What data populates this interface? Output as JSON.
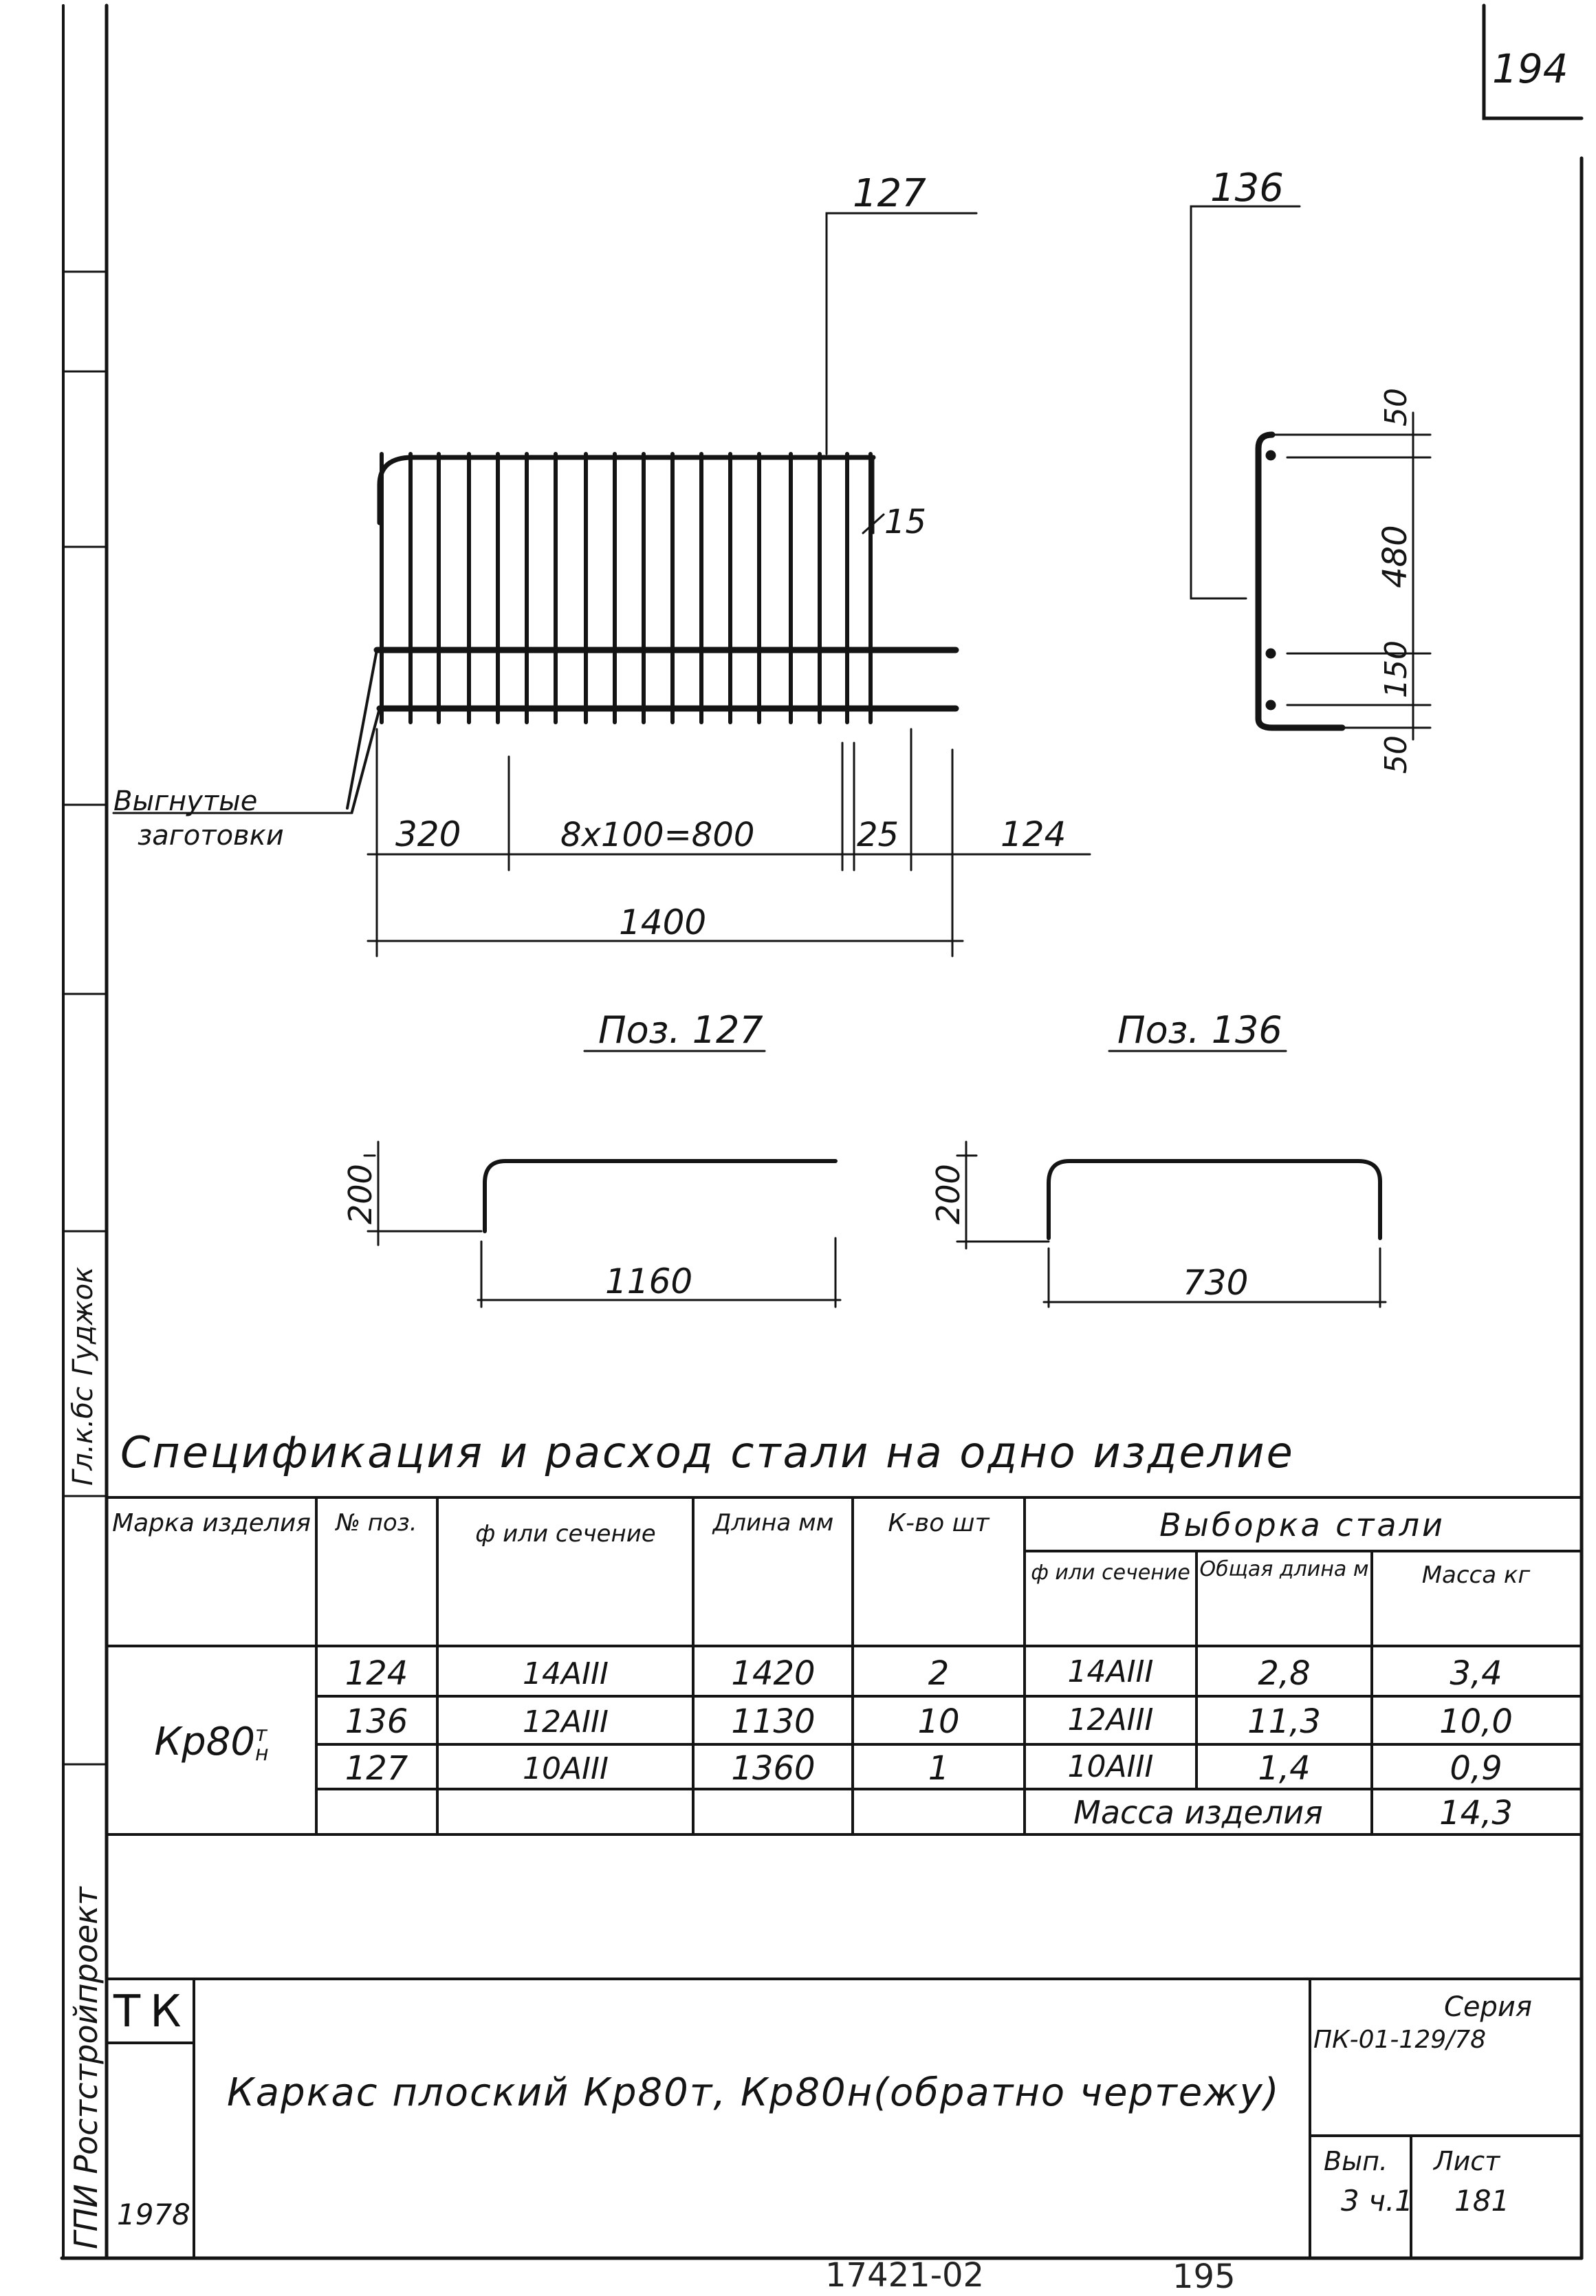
{
  "sheet_corner_number": "194",
  "footer": {
    "archive_code": "17421-02",
    "page": "195"
  },
  "sidebar": {
    "org": "ГПИ Ростстройпроект",
    "role1": "Гл.к.бс",
    "role2": "Гуджок"
  },
  "drawing": {
    "labels": {
      "pos_127": "127",
      "pos_136": "136",
      "dim_15": "15",
      "dim_320": "320",
      "dim_800": "8х100=800",
      "dim_25": "25",
      "dim_124": "124",
      "dim_1400": "1400",
      "dim_50_top": "50",
      "dim_480": "480",
      "dim_150": "150",
      "dim_50_bottom": "50",
      "note_line1": "Выгнутые",
      "note_line2": "заготовки",
      "detail_127_title": "Поз. 127",
      "detail_136_title": "Поз. 136",
      "detail_127_height": "200",
      "detail_127_length": "1160",
      "detail_136_height": "200",
      "detail_136_length": "730"
    }
  },
  "spec": {
    "title": "Спецификация и расход стали на одно изделие",
    "headers": {
      "mark": "Марка изделия",
      "pos": "№ поз.",
      "section": "ф или сечение",
      "length": "Длина мм",
      "qty": "К-во шт",
      "selection": "Выборка стали",
      "sel_section": "ф или сечение",
      "sel_total_length": "Общая длина м",
      "sel_mass": "Масса кг"
    },
    "mark_value": "Кр80",
    "mark_sup": "т",
    "mark_sub": "н",
    "rows": [
      {
        "pos": "124",
        "section": "14АIII",
        "length": "1420",
        "qty": "2",
        "sel_section": "14АIII",
        "total_length": "2,8",
        "mass": "3,4"
      },
      {
        "pos": "136",
        "section": "12АIII",
        "length": "1130",
        "qty": "10",
        "sel_section": "12АIII",
        "total_length": "11,3",
        "mass": "10,0"
      },
      {
        "pos": "127",
        "section": "10АIII",
        "length": "1360",
        "qty": "1",
        "sel_section": "10АIII",
        "total_length": "1,4",
        "mass": "0,9"
      }
    ],
    "total_label": "Масса изделия",
    "total_value": "14,3"
  },
  "title_block": {
    "org": "ТК",
    "year": "1978",
    "title": "Каркас плоский Кр80т, Кр80н(обратно чертежу)",
    "series_label": "Серия",
    "series_value": "ПК-01-129/78",
    "issue_label": "Вып.",
    "issue_value": "3 ч.1",
    "sheet_label": "Лист",
    "sheet_value": "181"
  }
}
